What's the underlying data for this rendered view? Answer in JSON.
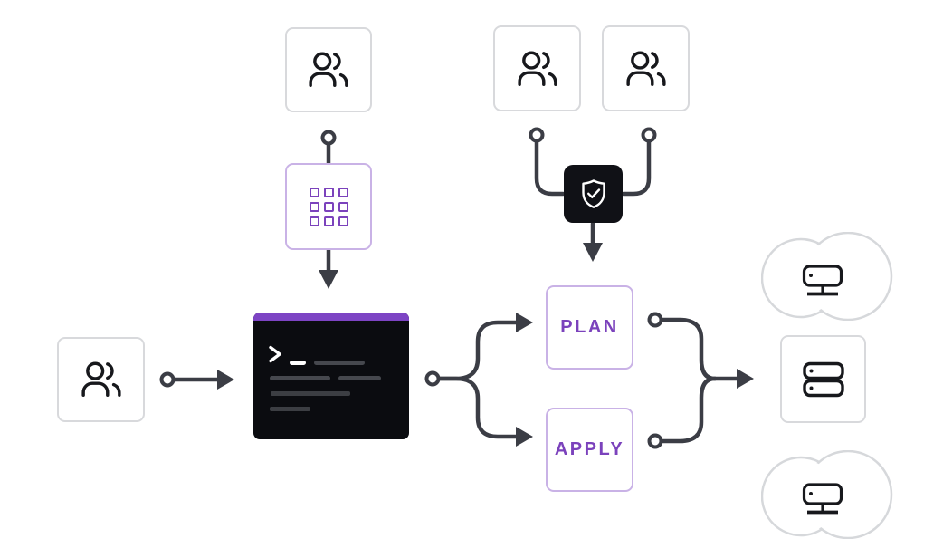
{
  "diagram": {
    "kind": "infrastructure-provisioning-workflow",
    "nodes": {
      "team_top_left": {
        "icon": "team-icon"
      },
      "module_registry": {
        "icon": "module-grid-icon"
      },
      "team_left": {
        "icon": "team-icon"
      },
      "terminal": {
        "icon": "terminal-window",
        "prompt_glyph": ">"
      },
      "team_review_1": {
        "icon": "team-icon"
      },
      "team_review_2": {
        "icon": "team-icon"
      },
      "policy_check": {
        "icon": "shield-check-icon"
      },
      "plan": {
        "label": "PLAN"
      },
      "apply": {
        "label": "APPLY"
      },
      "infrastructure": {
        "icon": "server-stack-icon"
      },
      "cloud_top": {
        "icon": "cloud-server-icon"
      },
      "cloud_bottom": {
        "icon": "cloud-server-icon"
      }
    },
    "edges": [
      {
        "from": "team_top_left",
        "to": "module_registry"
      },
      {
        "from": "module_registry",
        "to": "terminal"
      },
      {
        "from": "team_left",
        "to": "terminal"
      },
      {
        "from": "team_review_1",
        "to": "policy_check"
      },
      {
        "from": "team_review_2",
        "to": "policy_check"
      },
      {
        "from": "policy_check",
        "to": "plan"
      },
      {
        "from": "terminal",
        "to": "plan"
      },
      {
        "from": "terminal",
        "to": "apply"
      },
      {
        "from": "plan",
        "to": "infrastructure"
      },
      {
        "from": "apply",
        "to": "infrastructure"
      }
    ],
    "colors": {
      "accent_purple": "#7b42bc",
      "titlebar_purple": "#7d44c4",
      "purple_border_light": "#c9b2e6",
      "connector_dark": "#3b3d45",
      "box_border_gray": "#d8d9dc",
      "cloud_outline_gray": "#d6d8db",
      "terminal_bg": "#0b0c10",
      "shield_bg": "#101116",
      "white": "#ffffff"
    }
  }
}
